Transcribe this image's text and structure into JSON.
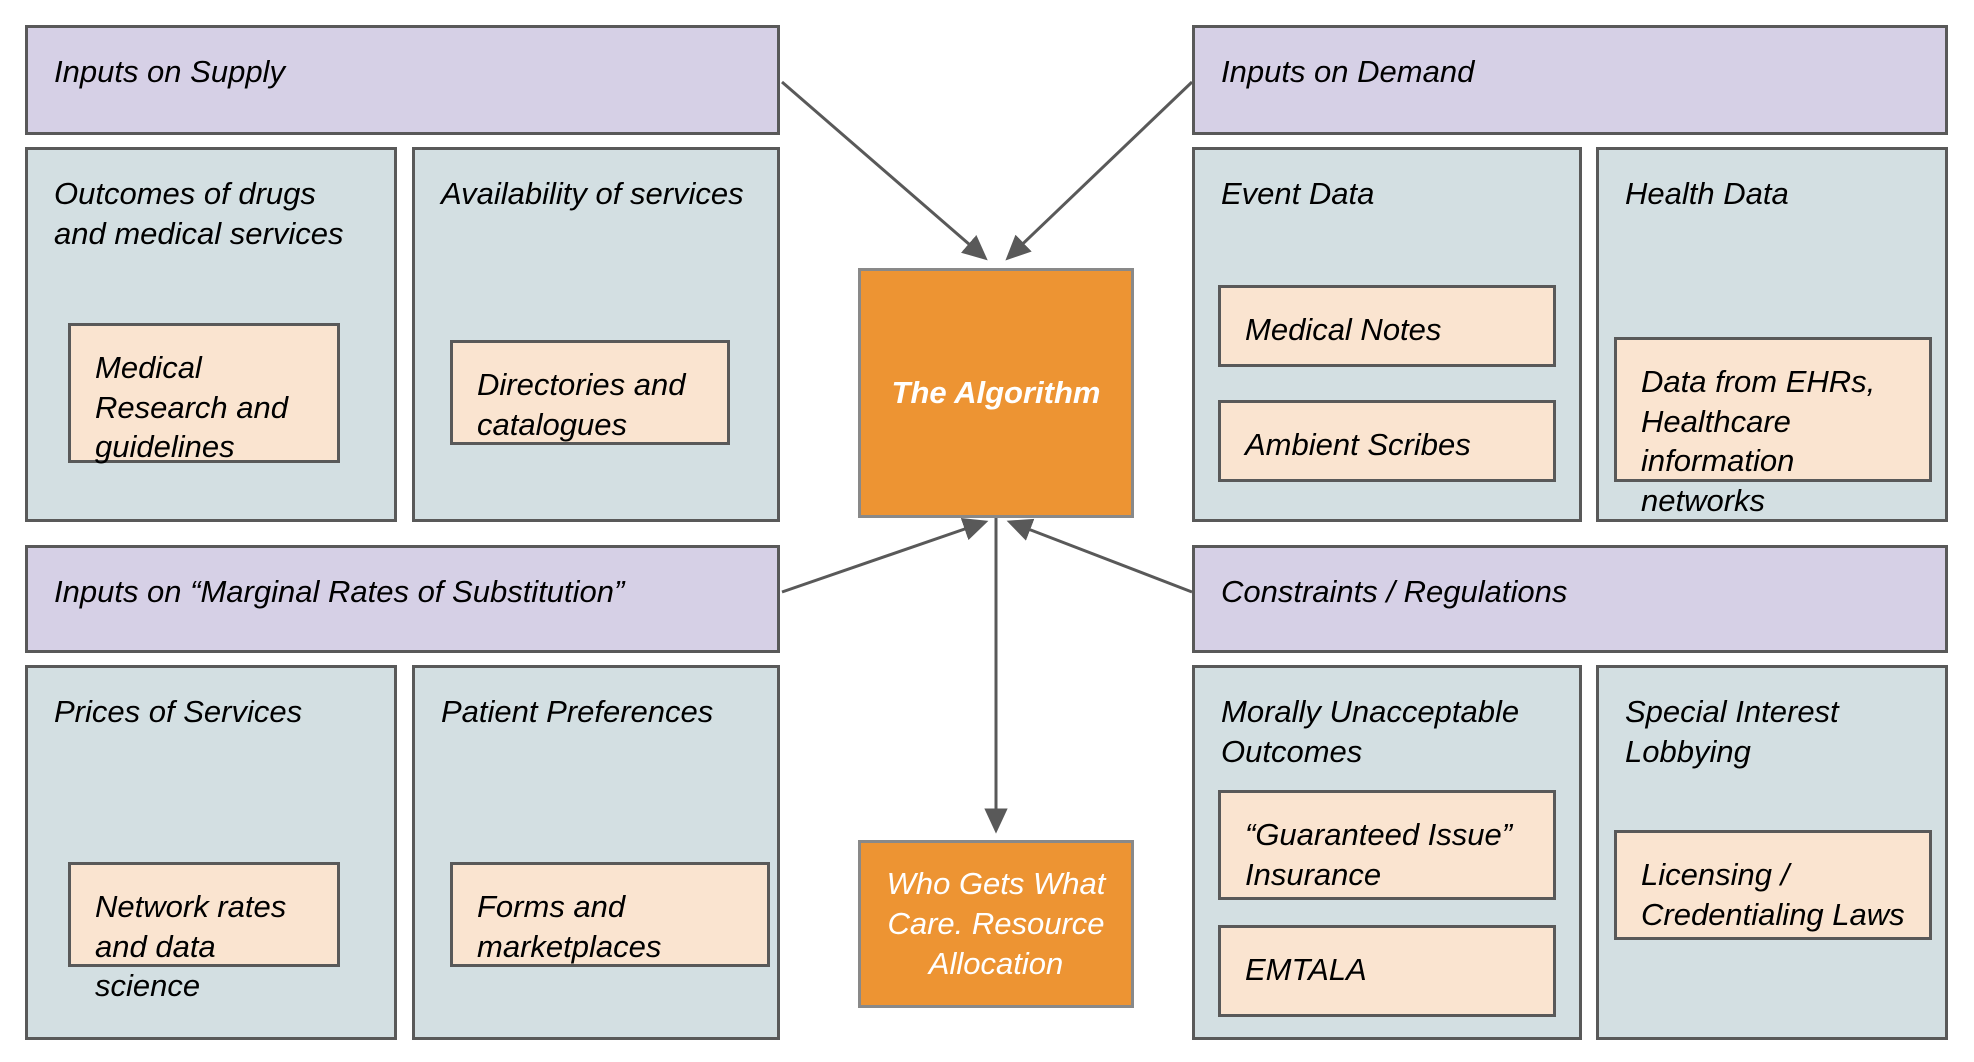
{
  "colors": {
    "group_header_fill": "#d6d0e6",
    "group_panel_fill": "#d3dfe2",
    "leaf_fill": "#fae4d0",
    "accent_fill": "#ed9433",
    "border": "#595959",
    "arrow": "#595959",
    "accent_text": "#ffffff",
    "text": "#000000"
  },
  "groups": {
    "supply": {
      "header": "Inputs on Supply",
      "panels": [
        {
          "title": "Outcomes of drugs and medical services",
          "leaves": [
            "Medical Research and guidelines"
          ]
        },
        {
          "title": "Availability of services",
          "leaves": [
            "Directories and catalogues"
          ]
        }
      ]
    },
    "demand": {
      "header": "Inputs on Demand",
      "panels": [
        {
          "title": "Event Data",
          "leaves": [
            "Medical Notes",
            "Ambient Scribes"
          ]
        },
        {
          "title": "Health Data",
          "leaves": [
            "Data from EHRs, Healthcare information networks"
          ]
        }
      ]
    },
    "mrs": {
      "header": "Inputs on “Marginal Rates of Substitution”",
      "panels": [
        {
          "title": "Prices of Services",
          "leaves": [
            "Network rates and data science"
          ]
        },
        {
          "title": "Patient Preferences",
          "leaves": [
            "Forms and marketplaces"
          ]
        }
      ]
    },
    "constraints": {
      "header": "Constraints / Regulations",
      "panels": [
        {
          "title": "Morally Unacceptable Outcomes",
          "leaves": [
            "“Guaranteed Issue” Insurance",
            "EMTALA"
          ]
        },
        {
          "title": "Special Interest Lobbying",
          "leaves": [
            "Licensing / Credentialing Laws"
          ]
        }
      ]
    }
  },
  "center": {
    "algorithm": "The Algorithm",
    "output": "Who Gets What Care. Resource Allocation"
  }
}
